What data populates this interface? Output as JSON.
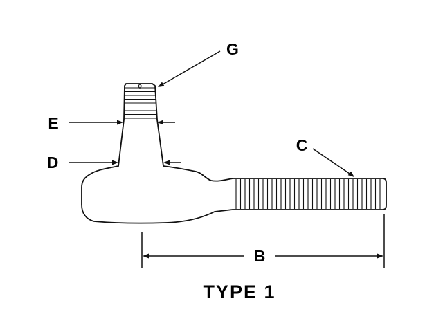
{
  "drawing": {
    "title": "TYPE 1",
    "callouts": {
      "g": "G",
      "e": "E",
      "d": "D",
      "c": "C",
      "b": "B"
    },
    "colors": {
      "line": "#111111",
      "background": "#ffffff"
    }
  }
}
